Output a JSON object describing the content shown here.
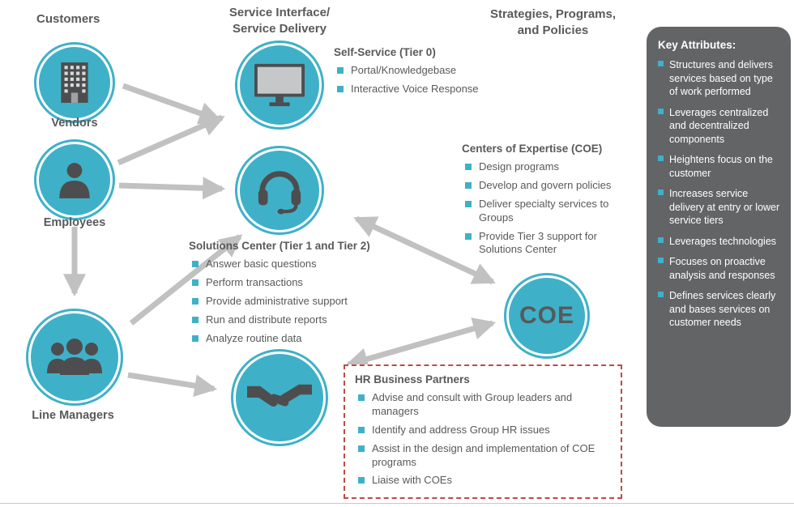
{
  "colors": {
    "teal": "#3EB1C8",
    "dark_gray": "#58595B",
    "panel_gray": "#636466",
    "arrow_gray": "#C1C1C1",
    "red_dashed": "#BF4A47"
  },
  "headers": {
    "customers": "Customers",
    "service_interface_line1": "Service Interface/",
    "service_interface_line2": "Service Delivery",
    "strategies_line1": "Strategies, Programs,",
    "strategies_line2": "and Policies"
  },
  "actors": {
    "vendors": "Vendors",
    "employees": "Employees",
    "line_managers": "Line Managers"
  },
  "coe_circle": {
    "label": "COE"
  },
  "self_service": {
    "title": "Self-Service (Tier 0)",
    "items": [
      "Portal/Knowledgebase",
      "Interactive Voice Response"
    ]
  },
  "solutions_center": {
    "title": "Solutions Center (Tier 1 and Tier 2)",
    "items": [
      "Answer basic questions",
      "Perform transactions",
      "Provide administrative support",
      "Run and distribute reports",
      "Analyze routine data"
    ]
  },
  "centers_of_expertise": {
    "title": "Centers of Expertise (COE)",
    "items": [
      "Design programs",
      "Develop and govern policies",
      "Deliver specialty services to Groups",
      "Provide Tier 3 support for Solutions Center"
    ]
  },
  "hr_business_partners": {
    "title": "HR Business Partners",
    "items": [
      "Advise and consult with Group leaders and managers",
      "Identify and address Group HR issues",
      "Assist in the design and implementation of COE programs",
      "Liaise with COEs"
    ]
  },
  "key_attributes": {
    "title": "Key Attributes:",
    "items": [
      "Structures and delivers services based on type of work performed",
      "Leverages centralized and decentralized components",
      "Heightens focus on the customer",
      "Increases service delivery at entry or lower service tiers",
      "Leverages technologies",
      "Focuses on proactive analysis and responses",
      "Defines services clearly and bases services on customer needs"
    ]
  }
}
